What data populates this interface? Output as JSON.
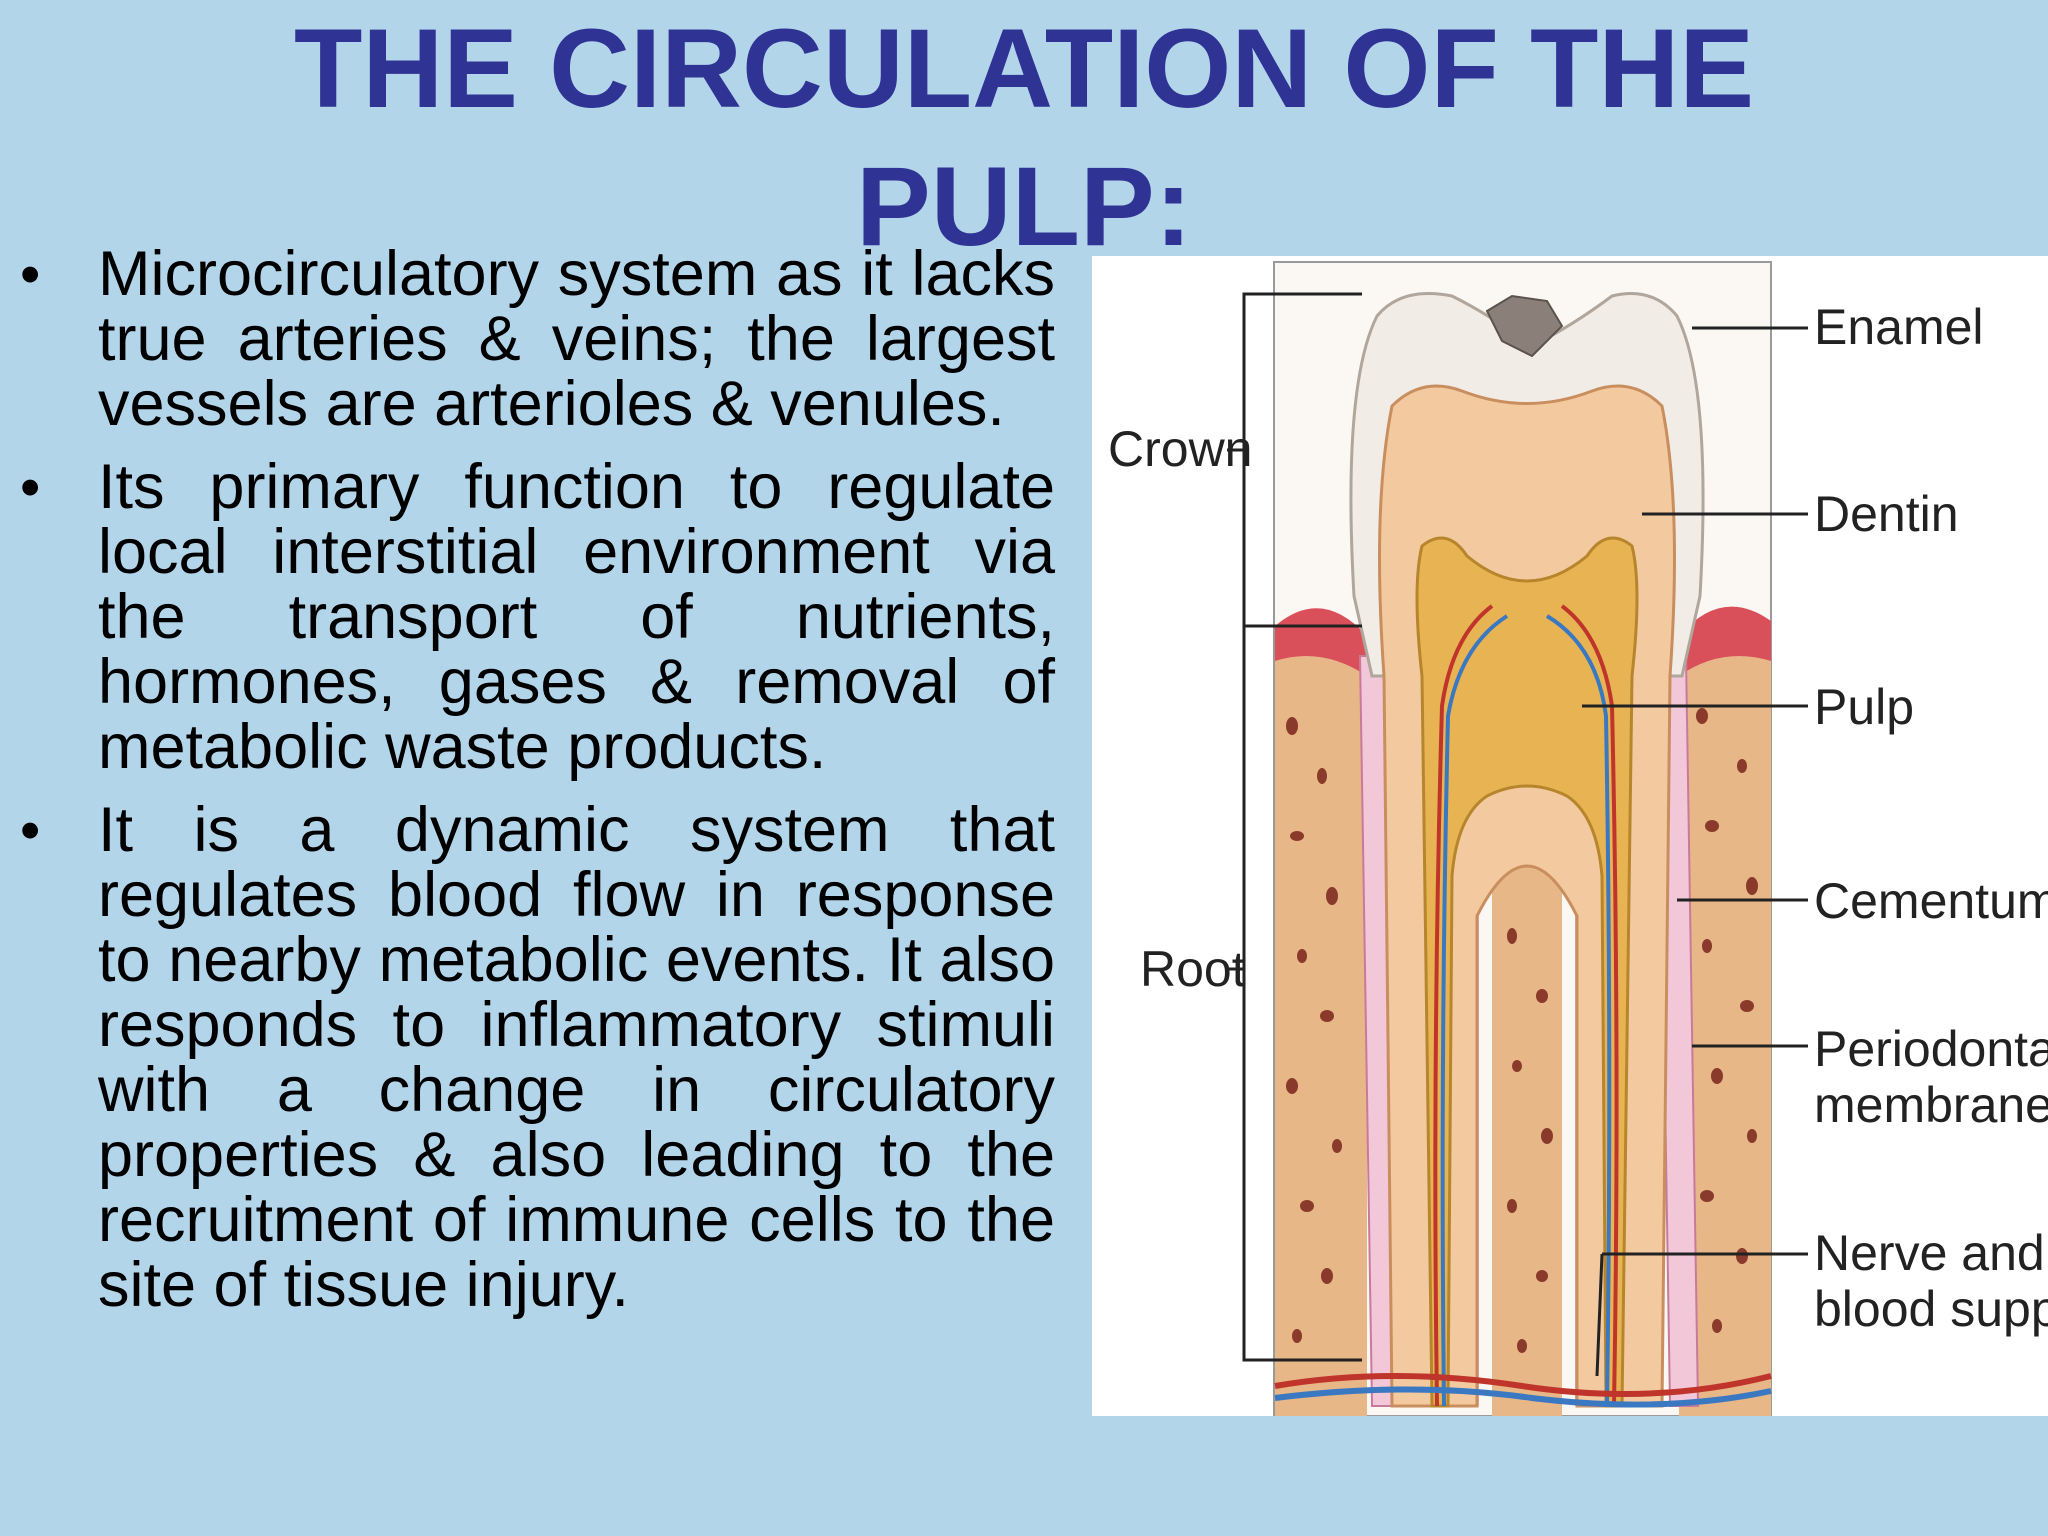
{
  "title": {
    "line1": "THE CIRCULATION OF THE",
    "line2": "PULP:"
  },
  "bullets": [
    {
      "symbol": "•",
      "text": "Microcirculatory system as it lacks true arteries & veins; the largest vessels are arterioles & venules."
    },
    {
      "symbol": "•",
      "text": "Its primary function to regulate local interstitial environment via the transport of nutrients, hormones, gases & removal of metabolic waste products."
    },
    {
      "symbol": "•",
      "text": "It is a dynamic system that regulates blood flow in response to nearby metabolic events. It also responds to inflammatory stimuli with a change in circulatory properties & also leading to the recruitment of immune cells to the site of tissue injury."
    }
  ],
  "diagram": {
    "labels": {
      "crown": "Crown",
      "root": "Root",
      "enamel": "Enamel",
      "dentin": "Dentin",
      "pulp": "Pulp",
      "cementum": "Cementum",
      "periodontal_line1": "Periodontal",
      "periodontal_line2": "membrane",
      "nerve_line1": "Nerve and",
      "nerve_line2": "blood supply"
    },
    "colors": {
      "enamel": "#f2ece6",
      "dentin": "#f3c9a0",
      "pulp": "#e8b352",
      "bone": "#e7b787",
      "gum": "#d9505a",
      "membrane": "#f2c7d8",
      "artery": "#c0352b",
      "vein": "#3a78c2"
    }
  }
}
